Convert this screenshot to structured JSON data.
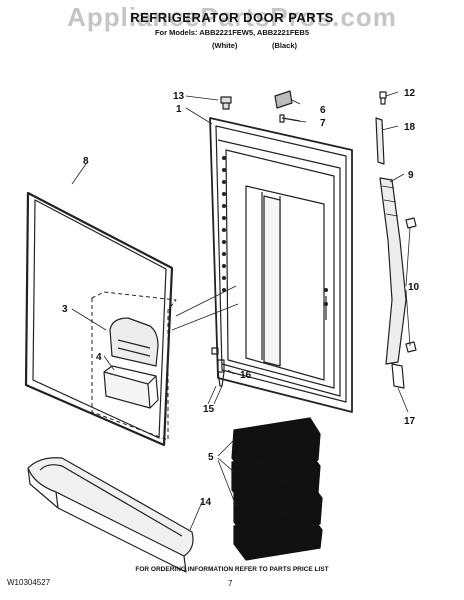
{
  "header": {
    "watermark": "AppliancePartsPros.com",
    "title": "REFRIGERATOR DOOR PARTS",
    "subtitle": "For Models: ABB2221FEW5, ABB2221FEB5",
    "color_white": "(White)",
    "color_black": "(Black)"
  },
  "callouts": [
    "13",
    "1",
    "6",
    "7",
    "12",
    "18",
    "8",
    "9",
    "3",
    "10",
    "4",
    "16",
    "15",
    "17",
    "5",
    "14"
  ],
  "footer": {
    "doc_number": "W10304527",
    "ordering_note": "FOR ORDERING INFORMATION REFER TO PARTS PRICE LIST",
    "page_number": "7"
  },
  "colors": {
    "line": "#222222",
    "fill_dark": "#111111",
    "watermark": "#969696"
  }
}
